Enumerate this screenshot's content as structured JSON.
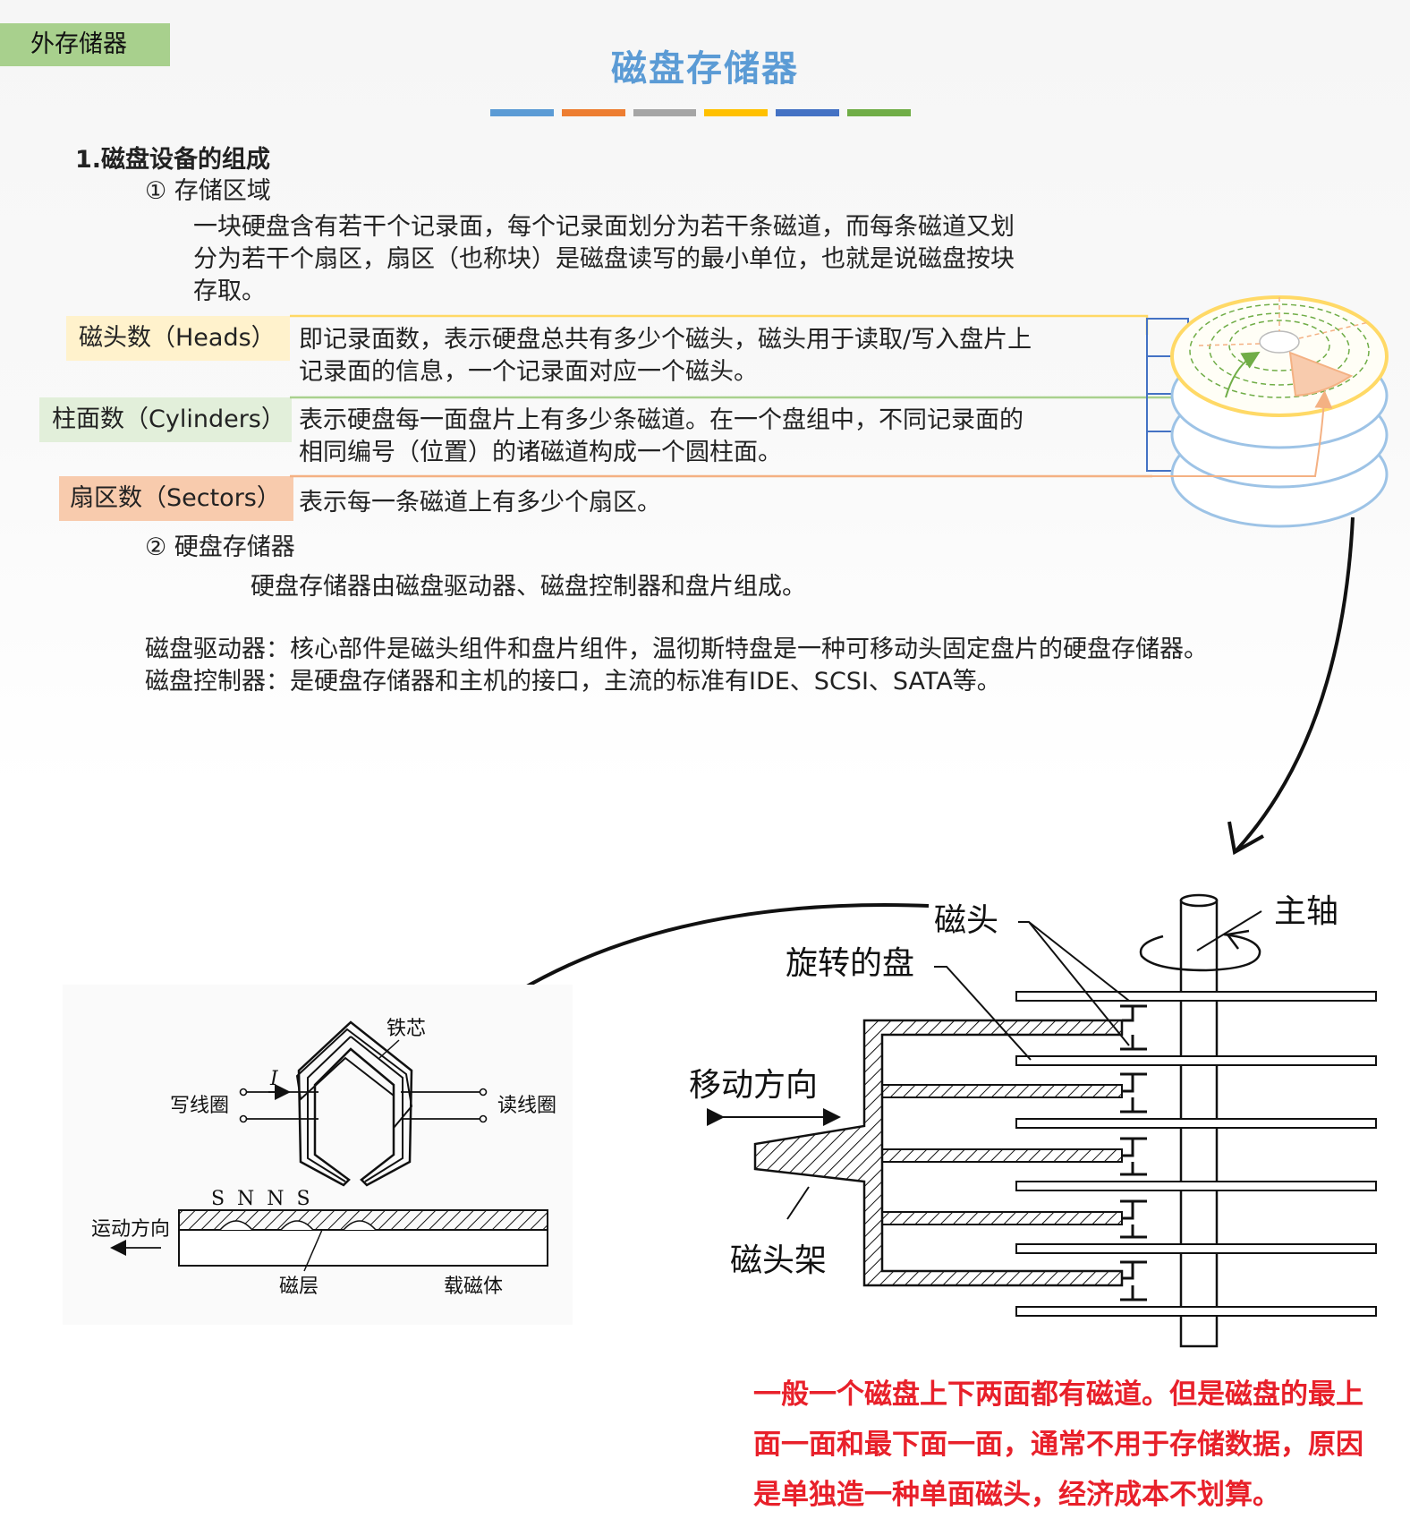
{
  "slide": {
    "section_tag": "外存储器",
    "title": "磁盘存储器",
    "title_bar_colors": [
      "#5b9bd5",
      "#ed7d31",
      "#a5a5a5",
      "#ffc000",
      "#4472c4",
      "#70ad47"
    ]
  },
  "content": {
    "heading": "1.磁盘设备的组成",
    "sub1": "① 存储区域",
    "para1_lines": [
      "一块硬盘含有若干个记录面，每个记录面划分为若干条磁道，而每条磁道又划",
      "分为若干个扇区，扇区（也称块）是磁盘读写的最小单位，也就是说磁盘按块",
      "存取。"
    ],
    "terms": [
      {
        "label": "磁头数（Heads）",
        "color": "#fff2cc",
        "line_color": "#ffd966",
        "desc_lines": [
          "即记录面数，表示硬盘总共有多少个磁头，磁头用于读取/写入盘片上",
          "记录面的信息，一个记录面对应一个磁头。"
        ]
      },
      {
        "label": "柱面数（Cylinders）",
        "color": "#e2efda",
        "line_color": "#a9d18e",
        "desc_lines": [
          "表示硬盘每一面盘片上有多少条磁道。在一个盘组中，不同记录面的",
          "相同编号（位置）的诸磁道构成一个圆柱面。"
        ]
      },
      {
        "label": "扇区数（Sectors）",
        "color": "#f8cbad",
        "line_color": "#f4b183",
        "desc_lines": [
          "表示每一条磁道上有多少个扇区。"
        ]
      }
    ],
    "sub2": "② 硬盘存储器",
    "para2": "硬盘存储器由磁盘驱动器、磁盘控制器和盘片组成。",
    "para3_lines": [
      "磁盘驱动器：核心部件是磁头组件和盘片组件，温彻斯特盘是一种可移动头固定盘片的硬盘存储器。",
      "磁盘控制器：是硬盘存储器和主机的接口，主流的标准有IDE、SCSI、SATA等。"
    ]
  },
  "head_diagram": {
    "core": "铁芯",
    "current": "I",
    "write_coil": "写线圈",
    "read_coil": "读线圈",
    "poles": "S  N  N  S",
    "motion": "运动方向",
    "magnetic_layer": "磁层",
    "carrier": "载磁体"
  },
  "drive_diagram": {
    "head": "磁头",
    "spindle": "主轴",
    "platter": "旋转的盘",
    "move_direction": "移动方向",
    "head_arm": "磁头架"
  },
  "note_lines": [
    "一般一个磁盘上下两面都有磁道。但是磁盘的最上",
    "面一面和最下面一面，通常不用于存储数据，原因",
    "是单独造一种单面磁头，经济成本不划算。"
  ]
}
